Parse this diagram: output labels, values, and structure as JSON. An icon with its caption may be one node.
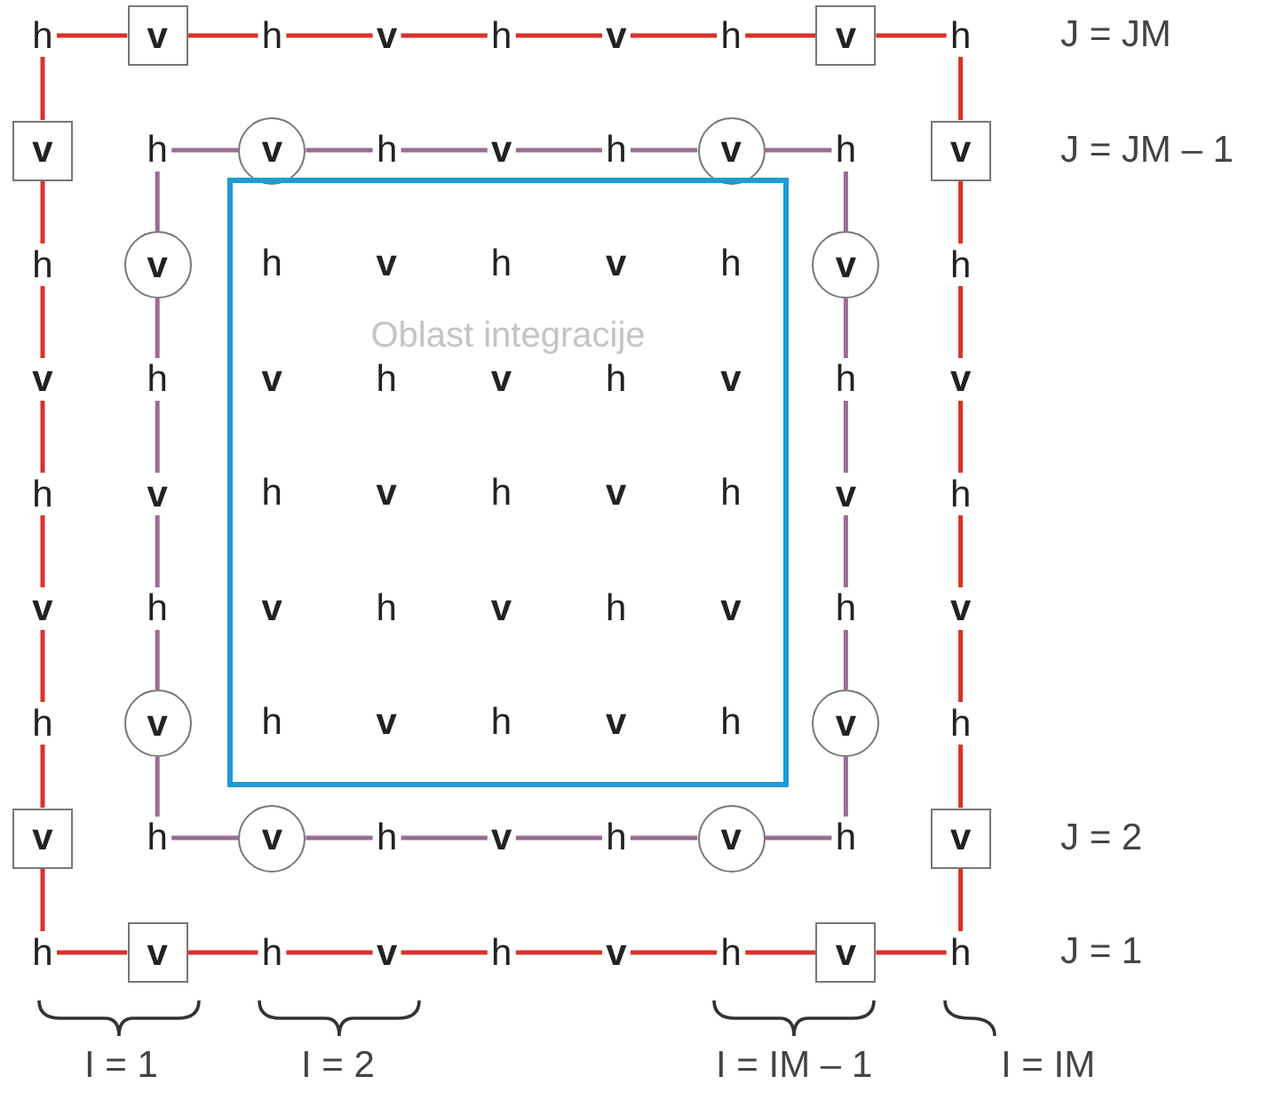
{
  "diagram": {
    "nodes": [
      {
        "text": [
          "h"
        ]
      },
      {
        "text": [
          "v"
        ]
      },
      {
        "text": [
          "h"
        ]
      },
      {
        "text": [
          "v"
        ]
      },
      {
        "text": [
          "h"
        ]
      },
      {
        "text": [
          "v"
        ]
      },
      {
        "text": [
          "h"
        ]
      },
      {
        "text": [
          "v"
        ]
      },
      {
        "text": [
          "h"
        ]
      },
      {
        "text": [
          "v"
        ]
      },
      {
        "text": [
          "h"
        ]
      },
      {
        "text": [
          "v"
        ]
      },
      {
        "text": [
          "h"
        ]
      },
      {
        "text": [
          "v"
        ]
      },
      {
        "text": [
          "h"
        ]
      },
      {
        "text": [
          "v"
        ]
      },
      {
        "text": [
          "h"
        ]
      },
      {
        "text": [
          "v"
        ]
      },
      {
        "text": [
          "h"
        ]
      },
      {
        "text": [
          "v"
        ]
      },
      {
        "text": [
          "Oblast integracije"
        ]
      },
      {
        "text": [
          "v"
        ]
      },
      {
        "text": [
          "h"
        ]
      },
      {
        "text": [
          "v"
        ]
      },
      {
        "text": [
          "h"
        ]
      },
      {
        "text": [
          "h"
        ]
      },
      {
        "text": [
          "v"
        ]
      },
      {
        "text": [
          "h"
        ]
      },
      {
        "text": [
          "v"
        ]
      },
      {
        "text": [
          "v"
        ]
      },
      {
        "text": [
          "h"
        ]
      },
      {
        "text": [
          "v"
        ]
      },
      {
        "text": [
          "h"
        ]
      },
      {
        "text": [
          "h"
        ]
      },
      {
        "text": [
          "v"
        ]
      },
      {
        "text": [
          "h"
        ]
      },
      {
        "text": [
          "v"
        ]
      },
      {
        "text": [
          "v"
        ]
      },
      {
        "text": [
          "h"
        ]
      },
      {
        "text": [
          "v"
        ]
      },
      {
        "text": [
          "h"
        ]
      },
      {
        "text": [
          "v"
        ]
      },
      {
        "text": [
          "h"
        ]
      },
      {
        "text": [
          "v"
        ]
      },
      {
        "text": [
          "h"
        ]
      },
      {
        "text": [
          "v"
        ]
      },
      {
        "text": [
          "h"
        ]
      },
      {
        "text": [
          "v"
        ]
      },
      {
        "text": [
          "h"
        ]
      },
      {
        "text": [
          "v"
        ]
      },
      {
        "text": [
          "h"
        ]
      },
      {
        "text": [
          "v"
        ]
      },
      {
        "text": [
          "h"
        ]
      },
      {
        "text": [
          "v"
        ]
      },
      {
        "text": [
          "h"
        ]
      },
      {
        "text": [
          "v"
        ]
      },
      {
        "text": [
          "h"
        ]
      }
    ],
    "edges": [
      {
        "from": 0,
        "to": 1,
        "arrow": "none"
      },
      {
        "from": 1,
        "to": 2,
        "arrow": "none"
      },
      {
        "from": 2,
        "to": 3,
        "arrow": "none"
      },
      {
        "from": 3,
        "to": 4,
        "arrow": "none"
      },
      {
        "from": 4,
        "to": 5,
        "arrow": "none"
      },
      {
        "from": 5,
        "to": 6,
        "arrow": "none"
      },
      {
        "from": 6,
        "to": 7,
        "arrow": "none"
      },
      {
        "from": 7,
        "to": 8,
        "arrow": "none"
      },
      {
        "from": 8,
        "to": 17,
        "arrow": "none"
      },
      {
        "from": 17,
        "to": 22,
        "arrow": "none"
      },
      {
        "from": 22,
        "to": 26,
        "arrow": "none"
      },
      {
        "from": 26,
        "to": 30,
        "arrow": "none"
      },
      {
        "from": 30,
        "to": 34,
        "arrow": "none"
      },
      {
        "from": 34,
        "to": 38,
        "arrow": "none"
      },
      {
        "from": 38,
        "to": 47,
        "arrow": "none"
      },
      {
        "from": 47,
        "to": 56,
        "arrow": "none"
      },
      {
        "from": 48,
        "to": 49,
        "arrow": "none"
      },
      {
        "from": 49,
        "to": 50,
        "arrow": "none"
      },
      {
        "from": 50,
        "to": 51,
        "arrow": "none"
      },
      {
        "from": 51,
        "to": 52,
        "arrow": "none"
      },
      {
        "from": 52,
        "to": 53,
        "arrow": "none"
      },
      {
        "from": 53,
        "to": 54,
        "arrow": "none"
      },
      {
        "from": 54,
        "to": 55,
        "arrow": "none"
      },
      {
        "from": 55,
        "to": 56,
        "arrow": "none"
      },
      {
        "from": 0,
        "to": 9,
        "arrow": "none"
      },
      {
        "from": 9,
        "to": 18,
        "arrow": "none"
      },
      {
        "from": 18,
        "to": 23,
        "arrow": "none"
      },
      {
        "from": 23,
        "to": 27,
        "arrow": "none"
      },
      {
        "from": 27,
        "to": 31,
        "arrow": "none"
      },
      {
        "from": 31,
        "to": 35,
        "arrow": "none"
      },
      {
        "from": 35,
        "to": 39,
        "arrow": "none"
      },
      {
        "from": 39,
        "to": 48,
        "arrow": "none"
      },
      {
        "from": 10,
        "to": 11,
        "arrow": "none",
        "color": "#9c6b94"
      },
      {
        "from": 11,
        "to": 12,
        "arrow": "none",
        "color": "#9c6b94"
      },
      {
        "from": 12,
        "to": 13,
        "arrow": "none",
        "color": "#9c6b94"
      },
      {
        "from": 13,
        "to": 14,
        "arrow": "none",
        "color": "#9c6b94"
      },
      {
        "from": 14,
        "to": 15,
        "arrow": "none",
        "color": "#9c6b94"
      },
      {
        "from": 15,
        "to": 16,
        "arrow": "none",
        "color": "#9c6b94"
      },
      {
        "from": 16,
        "to": 21,
        "arrow": "none",
        "color": "#9c6b94"
      },
      {
        "from": 21,
        "to": 25,
        "arrow": "none",
        "color": "#9c6b94"
      },
      {
        "from": 25,
        "to": 29,
        "arrow": "none",
        "color": "#9c6b94"
      },
      {
        "from": 29,
        "to": 33,
        "arrow": "none",
        "color": "#9c6b94"
      },
      {
        "from": 33,
        "to": 37,
        "arrow": "none",
        "color": "#9c6b94"
      },
      {
        "from": 37,
        "to": 46,
        "arrow": "none",
        "color": "#9c6b94"
      },
      {
        "from": 40,
        "to": 41,
        "arrow": "none",
        "color": "#9c6b94"
      },
      {
        "from": 41,
        "to": 42,
        "arrow": "none",
        "color": "#9c6b94"
      },
      {
        "from": 42,
        "to": 43,
        "arrow": "none",
        "color": "#9c6b94"
      },
      {
        "from": 43,
        "to": 44,
        "arrow": "none",
        "color": "#9c6b94"
      },
      {
        "from": 44,
        "to": 45,
        "arrow": "none",
        "color": "#9c6b94"
      },
      {
        "from": 45,
        "to": 46,
        "arrow": "none",
        "color": "#9c6b94"
      },
      {
        "from": 10,
        "to": 19,
        "arrow": "none",
        "color": "#9c6b94"
      },
      {
        "from": 19,
        "to": 24,
        "arrow": "none",
        "color": "#9c6b94"
      },
      {
        "from": 24,
        "to": 28,
        "arrow": "none",
        "color": "#9c6b94"
      },
      {
        "from": 28,
        "to": 32,
        "arrow": "none",
        "color": "#9c6b94"
      },
      {
        "from": 32,
        "to": 36,
        "arrow": "none",
        "color": "#9c6b94"
      },
      {
        "from": 36,
        "to": 40,
        "arrow": "none",
        "color": "#9c6b94"
      }
    ],
    "labels": [
      "J = JM",
      "J = JM – 1",
      "h",
      "v",
      "h",
      "v",
      "h",
      "v",
      "h",
      "v",
      "h",
      "v",
      "h",
      "v",
      "h",
      "v",
      "h",
      "v",
      "h",
      "v",
      "h",
      "v",
      "h",
      "v",
      "h",
      "v",
      "h",
      "J = 2",
      "J = 1",
      "I = 1",
      "I = 2",
      "I = IM – 1",
      "I = IM"
    ]
  }
}
